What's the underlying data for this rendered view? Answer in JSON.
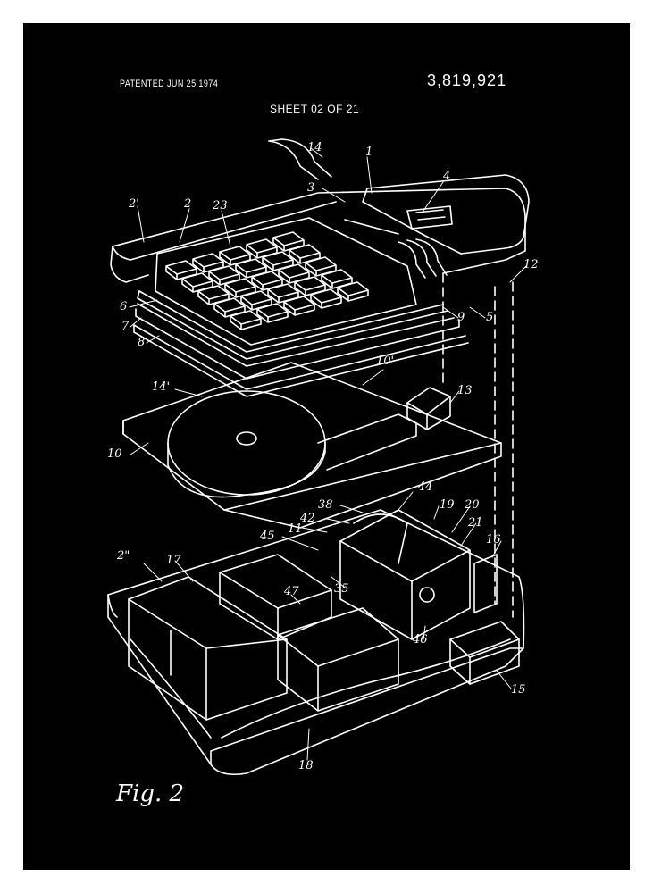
{
  "header": {
    "patented": "PATENTED JUN 25 1974",
    "patent_number": "3,819,921",
    "sheet": "SHEET  02 OF 21"
  },
  "figure": {
    "label": "Fig. 2"
  },
  "reference_numerals": [
    "14",
    "1",
    "2'",
    "2",
    "3",
    "4",
    "23",
    "12",
    "6",
    "7",
    "8",
    "9",
    "5",
    "10'",
    "14'",
    "13",
    "10",
    "44",
    "38",
    "19",
    "20",
    "42",
    "21",
    "11",
    "45",
    "16",
    "2\"",
    "17",
    "35",
    "47",
    "46",
    "15",
    "18"
  ],
  "colors": {
    "background": "#000000",
    "ink": "#ffffff",
    "frame": "#ffffff"
  }
}
